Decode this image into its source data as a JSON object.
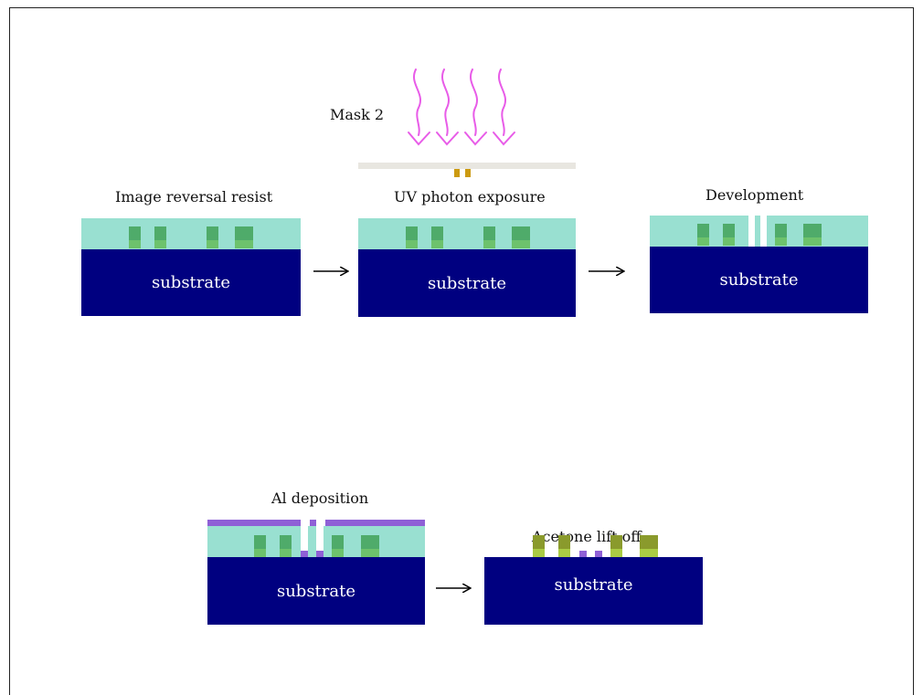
{
  "steps": {
    "image_reversal": {
      "label": "Image reversal resist",
      "substrate": "substrate"
    },
    "uv_exposure": {
      "label": "UV photon exposure",
      "substrate": "substrate",
      "mask_label": "Mask 2"
    },
    "development": {
      "label": "Development",
      "substrate": "substrate"
    },
    "al_deposition": {
      "label": "Al deposition",
      "substrate": "substrate"
    },
    "lift_off": {
      "label": "Acetone lift off",
      "substrate": "substrate"
    }
  },
  "colors": {
    "substrate": "#000080",
    "resist": "#99e0d1",
    "reversed_block": "#4fab6a",
    "aluminum": "#8f60d6",
    "mask": "#e8e6e0",
    "mask_feature": "#cc9a10",
    "uv_light": "#e85ce8",
    "final_structure": "#8a9a2c"
  }
}
